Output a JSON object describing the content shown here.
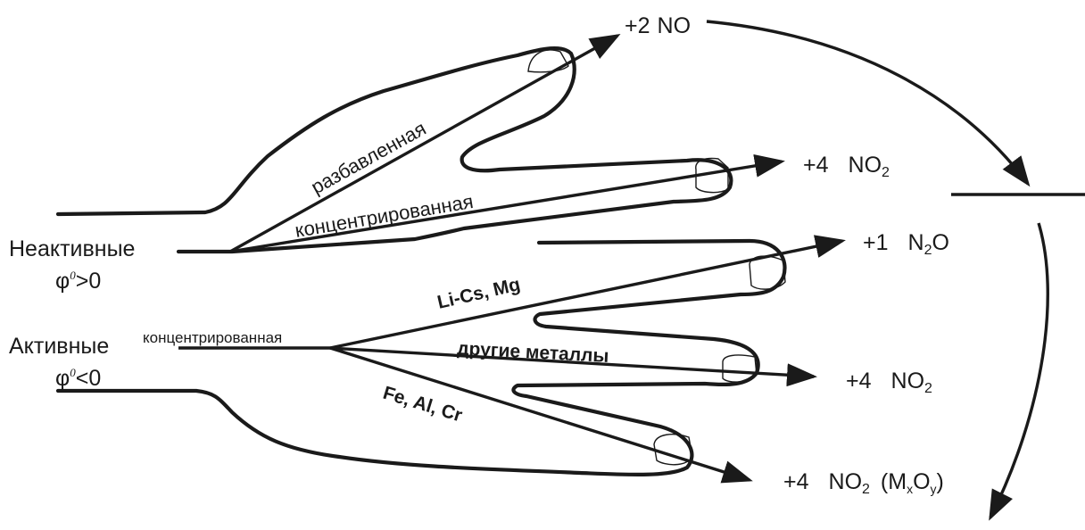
{
  "groups": {
    "inactive": {
      "label": "Неактивные",
      "potential_symbol": "φ",
      "potential_sup": "0",
      "potential_rest": ">0"
    },
    "active": {
      "label": "Активные",
      "potential_symbol": "φ",
      "potential_sup": "0",
      "potential_rest": "<0"
    }
  },
  "acid": {
    "dilute": "разбавленная",
    "concentrated_upper": "концентрированная",
    "concentrated_lower": "концентрированная"
  },
  "metals": {
    "li_cs_mg": "Li-Cs, Mg",
    "other": "другие металлы",
    "fe_al_cr": "Fe, Al, Cr"
  },
  "products": {
    "no": {
      "ox": "+2",
      "formula": "NO"
    },
    "no2_top": {
      "ox": "+4",
      "base": "NO",
      "sub": "2"
    },
    "n2o": {
      "ox": "+1",
      "pre": "N",
      "sub": "2",
      "post": "O"
    },
    "no2_mid": {
      "ox": "+4",
      "base": "NO",
      "sub": "2"
    },
    "no2_bottom": {
      "ox": "+4",
      "base": "NO",
      "sub": "2",
      "paren_open": "(M",
      "sub_x": "x",
      "mid": "O",
      "sub_y": "y",
      "paren_close": ")"
    }
  }
}
